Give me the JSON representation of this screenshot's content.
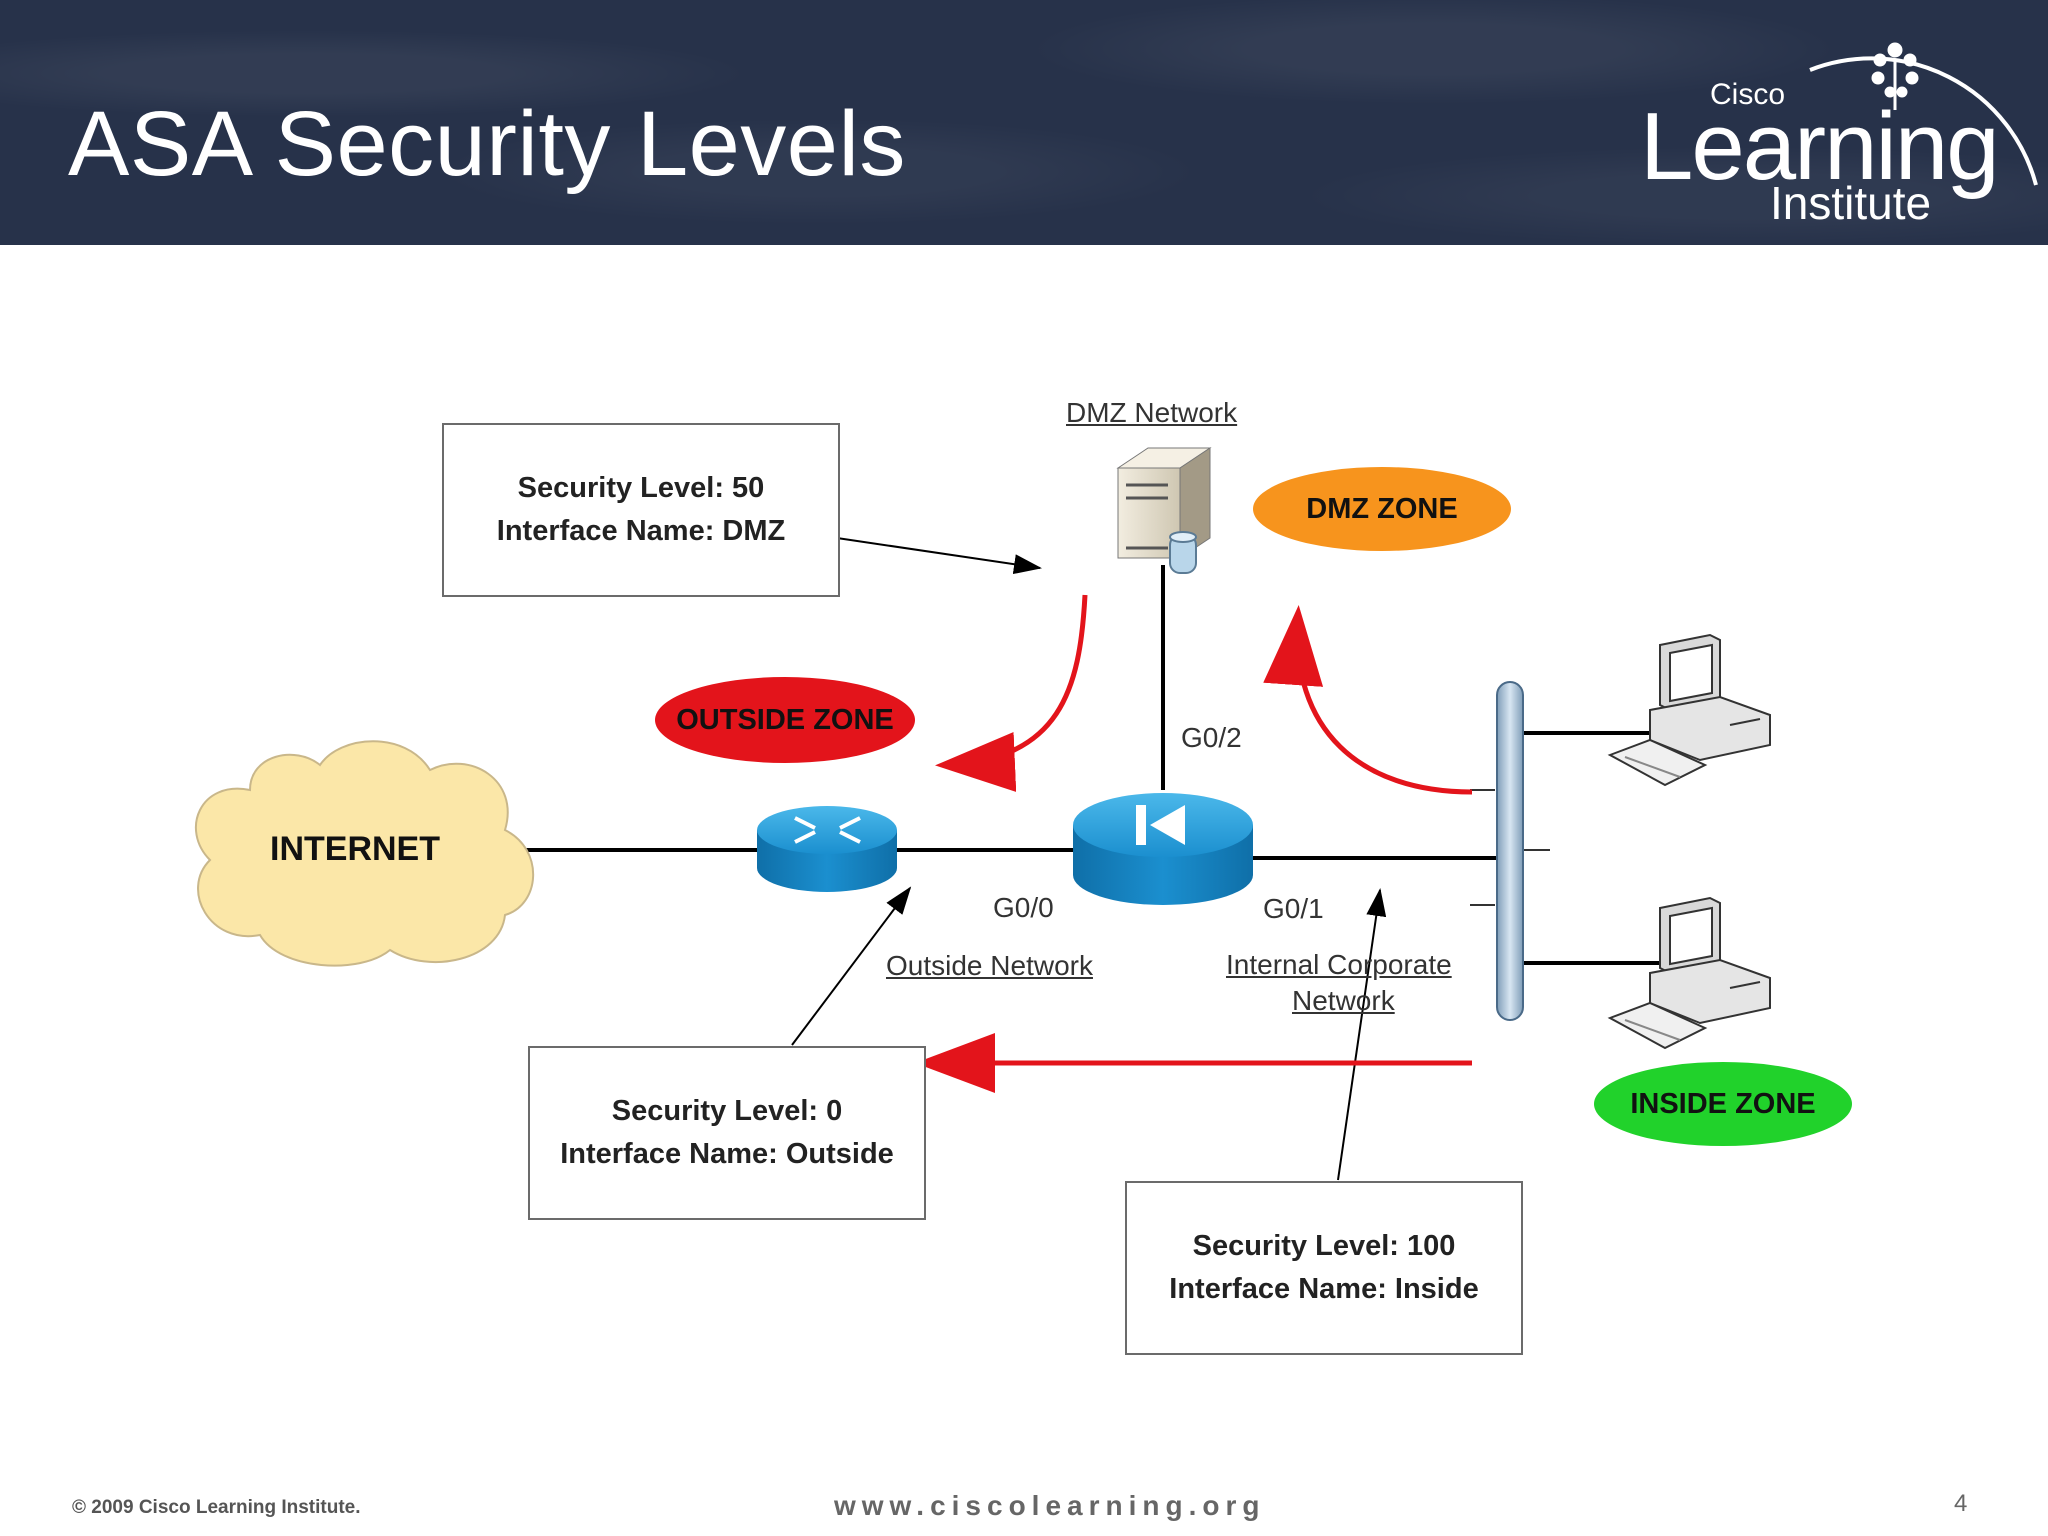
{
  "slide": {
    "title": "ASA Security Levels",
    "page_number": "4"
  },
  "logo": {
    "line1": "Cisco",
    "line2": "Learning",
    "line3": "Institute"
  },
  "diagram": {
    "internet_label": "INTERNET",
    "dmz_network_label": "DMZ Network",
    "outside_network_label": "Outside Network",
    "internal_network_label_line1": "Internal Corporate",
    "internal_network_label_line2": "Network",
    "interfaces": {
      "g00": "G0/0",
      "g01": "G0/1",
      "g02": "G0/2"
    },
    "zones": {
      "dmz": {
        "label": "DMZ ZONE",
        "color": "#f7941d"
      },
      "outside": {
        "label": "OUTSIDE ZONE",
        "color": "#e3141b"
      },
      "inside": {
        "label": "INSIDE ZONE",
        "color": "#21d22b"
      }
    },
    "boxes": {
      "dmz": {
        "line1": "Security Level: 50",
        "line2": "Interface Name: DMZ"
      },
      "outside": {
        "line1": "Security Level: 0",
        "line2": "Interface Name: Outside"
      },
      "inside": {
        "line1": "Security Level: 100",
        "line2": "Interface Name: Inside"
      }
    }
  },
  "footer": {
    "copyright": "© 2009 Cisco Learning Institute.",
    "website": "www.ciscolearning.org"
  }
}
